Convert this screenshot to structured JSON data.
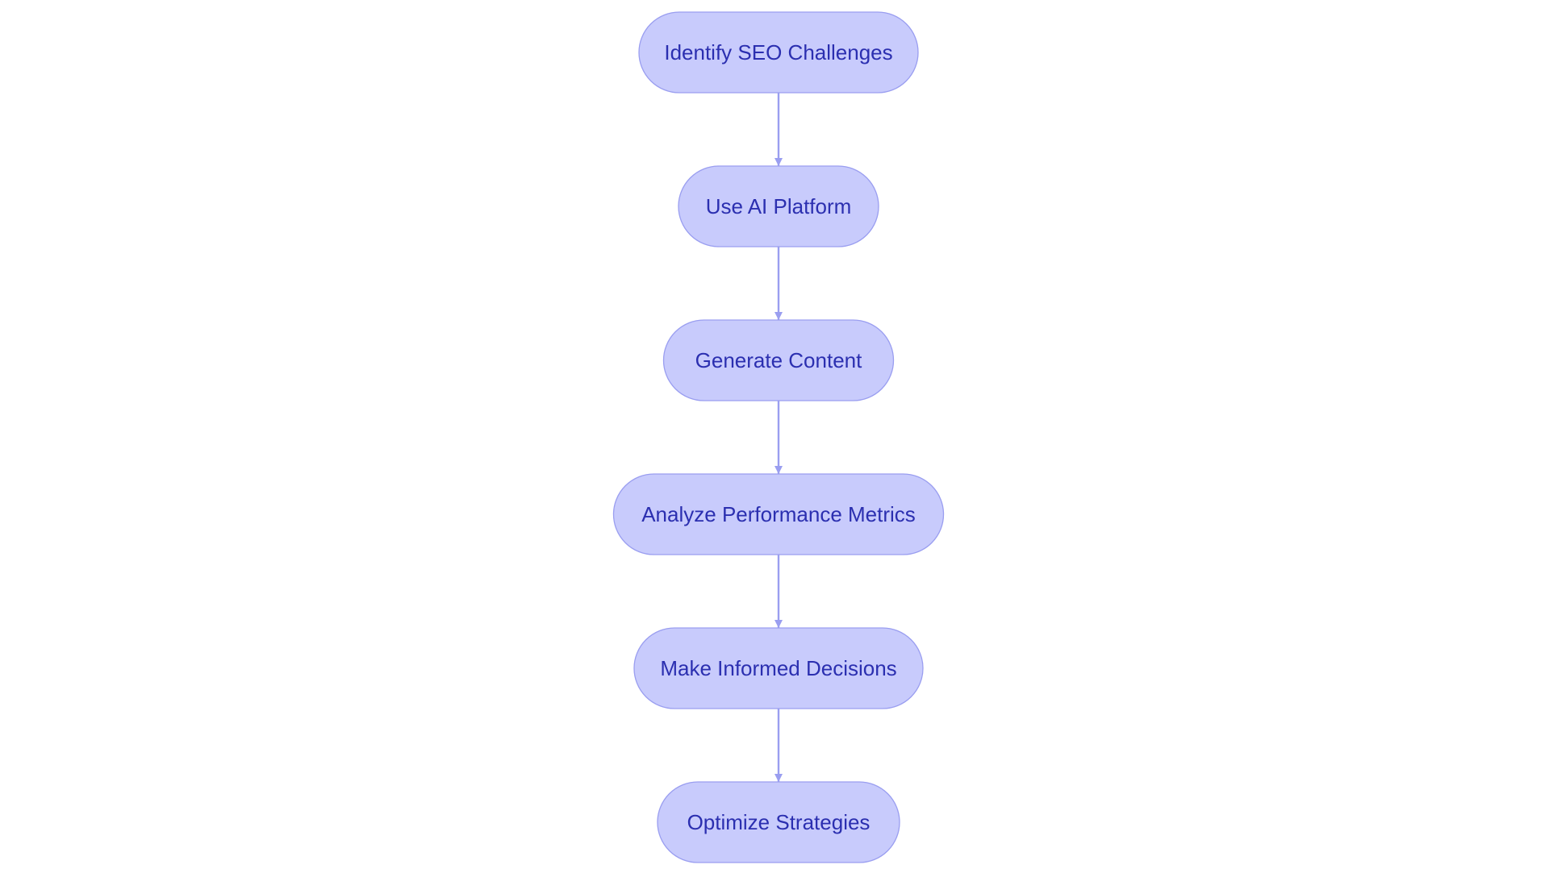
{
  "colors": {
    "node_fill": "#c8cbfc",
    "node_border": "#9a9ef0",
    "node_text": "#2b2fb0",
    "edge": "#9a9ef0",
    "background": "#ffffff"
  },
  "nodes": [
    {
      "id": "identify-seo-challenges",
      "label": "Identify SEO Challenges"
    },
    {
      "id": "use-ai-platform",
      "label": "Use AI Platform"
    },
    {
      "id": "generate-content",
      "label": "Generate Content"
    },
    {
      "id": "analyze-performance-metrics",
      "label": "Analyze Performance Metrics"
    },
    {
      "id": "make-informed-decisions",
      "label": "Make Informed Decisions"
    },
    {
      "id": "optimize-strategies",
      "label": "Optimize Strategies"
    }
  ],
  "edges": [
    {
      "from": "identify-seo-challenges",
      "to": "use-ai-platform"
    },
    {
      "from": "use-ai-platform",
      "to": "generate-content"
    },
    {
      "from": "generate-content",
      "to": "analyze-performance-metrics"
    },
    {
      "from": "analyze-performance-metrics",
      "to": "make-informed-decisions"
    },
    {
      "from": "make-informed-decisions",
      "to": "optimize-strategies"
    }
  ]
}
